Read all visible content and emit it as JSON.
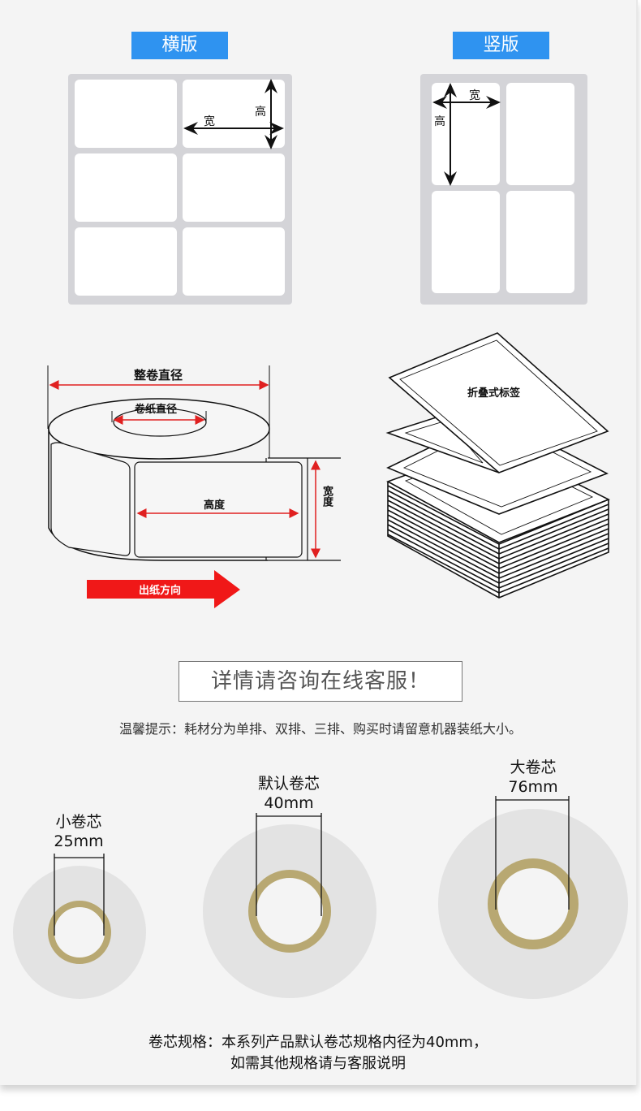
{
  "layouts": {
    "horizontal": {
      "title": "横版",
      "width_label": "宽",
      "height_label": "高",
      "rows": 3,
      "cols": 2
    },
    "vertical": {
      "title": "竖版",
      "width_label": "宽",
      "height_label": "高",
      "rows": 2,
      "cols": 2
    }
  },
  "roll_diagram": {
    "full_diameter": "整卷直径",
    "core_diameter": "卷纸直径",
    "height": "高度",
    "width": "宽度",
    "direction": "出纸方向",
    "colors": {
      "dimension": "#e02020",
      "arrow": "#f01818"
    }
  },
  "fanfold": {
    "label": "折叠式标签"
  },
  "consult_banner": "详情请咨询在线客服！",
  "tip": "温馨提示：耗材分为单排、双排、三排、购买时请留意机器装纸大小。",
  "cores": [
    {
      "name": "小卷芯",
      "size": "25mm"
    },
    {
      "name": "默认卷芯",
      "size": "40mm"
    },
    {
      "name": "大卷芯",
      "size": "76mm"
    }
  ],
  "core_colors": {
    "ring": "#b8a872",
    "roll": "#e3e3e3",
    "accent_tag": "#2f93f0"
  },
  "footer": {
    "line1": "卷芯规格：本系列产品默认卷芯规格内径为40mm，",
    "line2": "如需其他规格请与客服说明"
  }
}
